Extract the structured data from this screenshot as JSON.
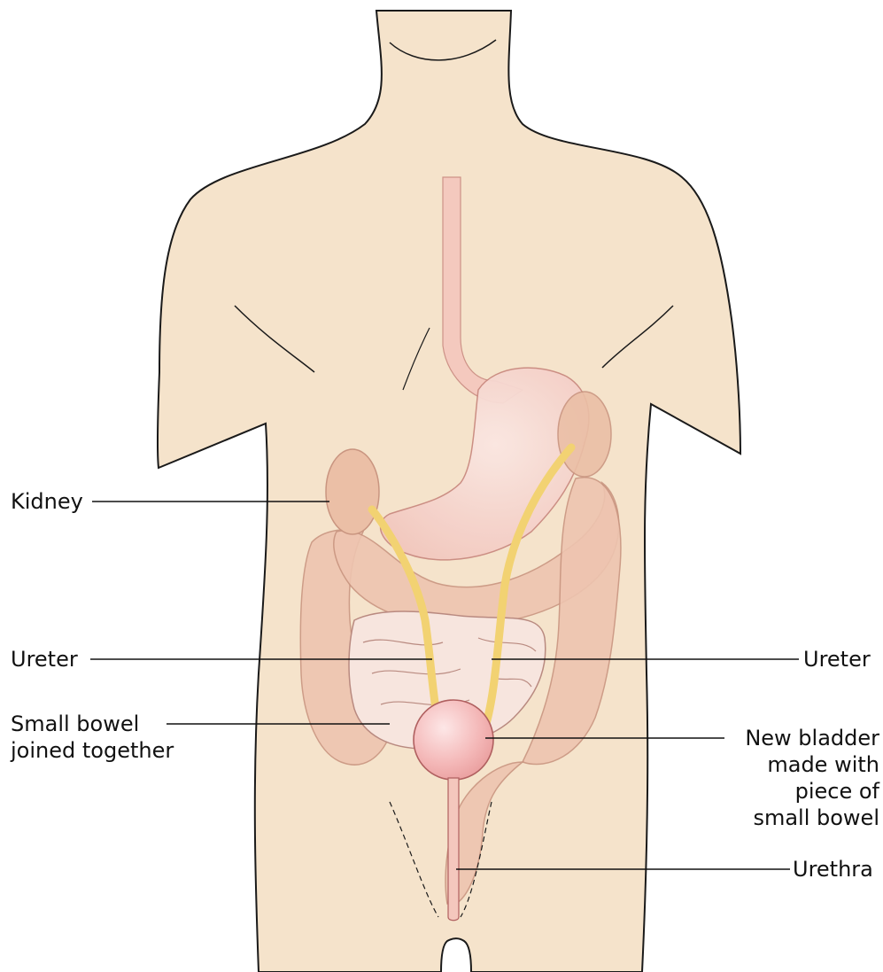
{
  "colors": {
    "skin": "#f5e3cb",
    "outline": "#1a1a1a",
    "stomach": "#f6d3cc",
    "colon": "#eec4b0",
    "small_bowel": "#f7e5de",
    "ureter": "#f6dc88",
    "bladder": "#f3b3b3",
    "esophagus": "#f4c7bd"
  },
  "labels": {
    "kidney": "Kidney",
    "ureter_left": "Ureter",
    "ureter_right": "Ureter",
    "small_bowel_joined": "Small bowel\njoined together",
    "new_bladder": "New bladder\nmade with\npiece of\nsmall bowel",
    "urethra": "Urethra"
  }
}
